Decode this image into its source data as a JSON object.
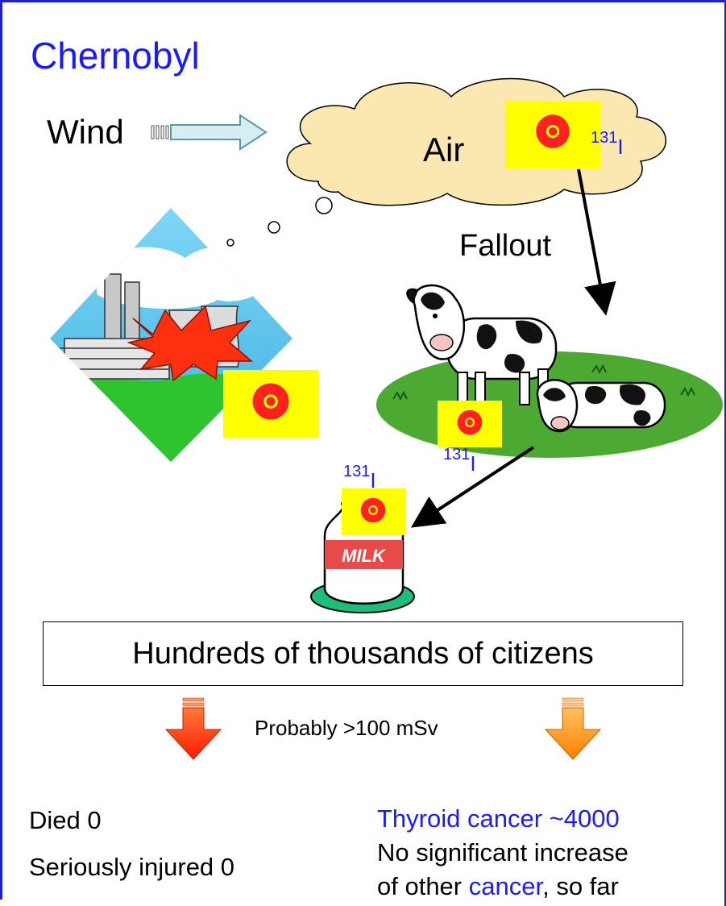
{
  "title": "Chernobyl",
  "labels": {
    "wind": "Wind",
    "air": "Air",
    "fallout": "Fallout",
    "isotope_mass": "131",
    "isotope_symbol": "I"
  },
  "population": "Hundreds of thousands of citizens",
  "dose": "Probably >100 mSv",
  "outcomes_left": {
    "died": "Died  0",
    "injured": "Seriously injured  0"
  },
  "outcomes_right": {
    "thyroid": "Thyroid cancer ~4000",
    "no_increase": "No significant increase",
    "other_prefix": "of other ",
    "other_cancer": "cancer",
    "other_suffix": ", so far"
  },
  "milk_label": "MILK",
  "colors": {
    "title": "#1a1aff",
    "radiation_bg": "#ffff00",
    "radiation_symbol": "#ff2020",
    "grass": "#4caa32",
    "arrow_red": "#ff2a00",
    "arrow_orange": "#ff8c00",
    "cloud": "#fbe8b0"
  },
  "icons": [
    "wind-arrow-icon",
    "cloud-icon",
    "radiation-icon",
    "power-plant-icon",
    "explosion-icon",
    "cow-icon",
    "milk-bottle-icon"
  ]
}
